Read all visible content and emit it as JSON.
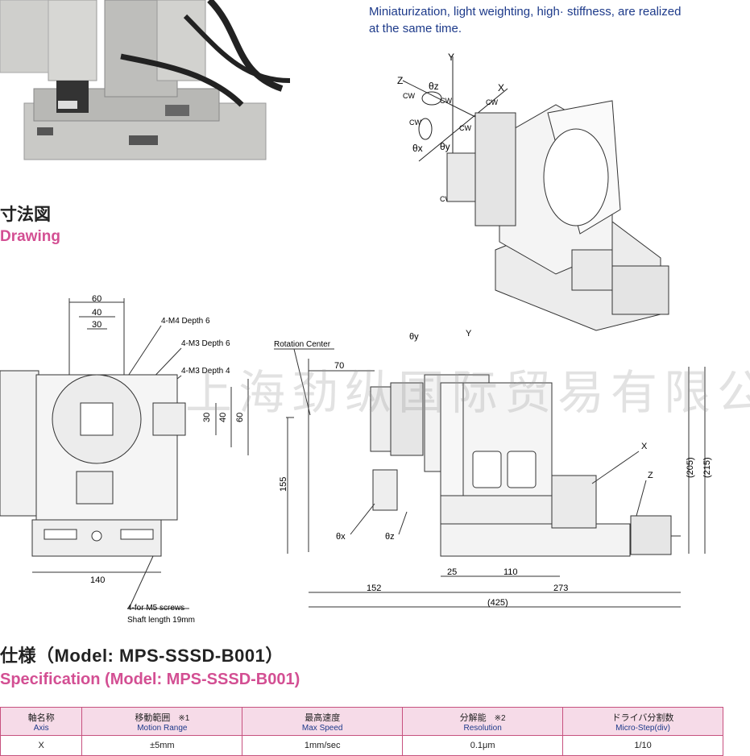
{
  "intro": {
    "line1": "Miniaturization, light weighting, high· stiffness, are realized",
    "line2": "at the same time."
  },
  "drawing": {
    "title_jp": "寸法図",
    "title_en": "Drawing",
    "left_view": {
      "dim_60": "60",
      "dim_40": "40",
      "dim_30": "30",
      "dim_140": "140",
      "v30": "30",
      "v40": "40",
      "v60": "60",
      "m4": "4-M4 Depth 6",
      "m3a": "4-M3 Depth 6",
      "m3b": "4-M3 Depth 4",
      "screws1": "4-for M5 screws",
      "screws2": "Shaft length 19mm"
    },
    "right_view": {
      "rotation_center": "Rotation Center",
      "dim_70": "70",
      "dim_155": "155",
      "dim_205": "(205)",
      "dim_215": "(215)",
      "dim_25": "25",
      "dim_110": "110",
      "dim_152": "152",
      "dim_273": "273",
      "dim_425": "(425)",
      "ty": "θy",
      "y": "Y",
      "x": "X",
      "z": "Z",
      "tx": "θx",
      "tz": "θz"
    },
    "axes_3d": {
      "y": "Y",
      "x": "X",
      "z": "Z",
      "tz": "θz",
      "tx": "θx",
      "ty": "θy",
      "cw": "CW"
    }
  },
  "watermark": "上海劲纵国际贸易有限公司",
  "spec": {
    "title_jp": "仕様（Model: MPS-SSSD-B001）",
    "title_en": "Specification (Model: MPS-SSSD-B001)",
    "columns": [
      {
        "jp": "軸名称",
        "en": "Axis",
        "note": ""
      },
      {
        "jp": "移動範囲",
        "en": "Motion Range",
        "note": "※1"
      },
      {
        "jp": "最高速度",
        "en": "Max Speed",
        "note": ""
      },
      {
        "jp": "分解能",
        "en": "Resolution",
        "note": "※2"
      },
      {
        "jp": "ドライバ分割数",
        "en": "Micro-Step(div)",
        "note": ""
      }
    ],
    "rows": [
      [
        "X",
        "±5mm",
        "1mm/sec",
        "0.1μm",
        "1/10"
      ]
    ]
  },
  "colors": {
    "pink": "#d34f93",
    "blue": "#1d3a8a",
    "header_bg": "#f6dbe8"
  }
}
